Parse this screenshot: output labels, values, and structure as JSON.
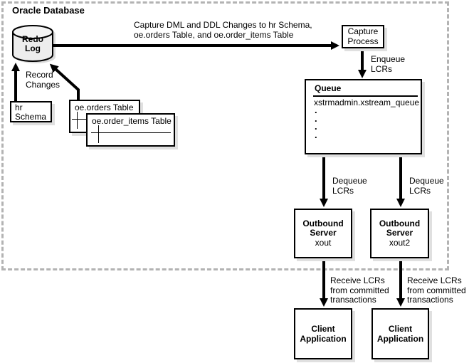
{
  "title": "Oracle Database",
  "redo_log": {
    "label": "Redo\nLog"
  },
  "annotations": {
    "capture": "Capture DML and DDL Changes to hr Schema,\noe.orders Table, and oe.order_items Table",
    "record": "Record\nChanges",
    "enqueue": "Enqueue\nLCRs",
    "dequeue_left": "Dequeue\nLCRs",
    "dequeue_right": "Dequeue\nLCRs",
    "receive_left": "Receive LCRs\nfrom committed\ntransactions",
    "receive_right": "Receive LCRs\nfrom committed\ntransactions"
  },
  "nodes": {
    "capture_process": "Capture\nProcess",
    "queue": {
      "title": "Queue",
      "name": "xstrmadmin.xstream_queue",
      "ellipsis": ".\n.\n.\n."
    },
    "hr_schema": "hr\nSchema",
    "oe_orders": "oe.orders Table",
    "oe_order_items": "oe.order_items Table",
    "outbound_left": {
      "title": "Outbound\nServer",
      "name": "xout"
    },
    "outbound_right": {
      "title": "Outbound\nServer",
      "name": "xout2"
    },
    "client_left": "Client\nApplication",
    "client_right": "Client\nApplication"
  },
  "colors": {
    "line": "#000000",
    "box_fill": "#ffffff",
    "shadow": "#e0e0e0",
    "dashed_border": "#b3b3b3",
    "cylinder_fill": "#ededed",
    "cylinder_top_fill": "#f4f4f4"
  }
}
